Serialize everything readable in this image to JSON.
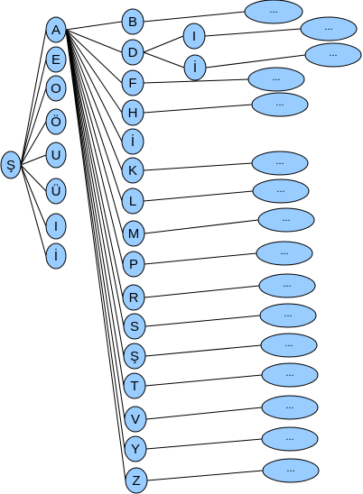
{
  "diagram": {
    "fill_color": "#99ccff",
    "stroke_color": "#000000",
    "edge_color": "#000000",
    "nodes": [
      {
        "id": "S_root",
        "label": "Ş"
      },
      {
        "id": "A",
        "label": "A"
      },
      {
        "id": "E",
        "label": "E"
      },
      {
        "id": "O",
        "label": "O"
      },
      {
        "id": "O_uml",
        "label": "Ö"
      },
      {
        "id": "U",
        "label": "U"
      },
      {
        "id": "U_uml",
        "label": "Ü"
      },
      {
        "id": "I_dotless",
        "label": "I"
      },
      {
        "id": "I_dotted",
        "label": "İ"
      },
      {
        "id": "B",
        "label": "B"
      },
      {
        "id": "D",
        "label": "D"
      },
      {
        "id": "F",
        "label": "F"
      },
      {
        "id": "H",
        "label": "H"
      },
      {
        "id": "I_mid",
        "label": "İ"
      },
      {
        "id": "K",
        "label": "K"
      },
      {
        "id": "L",
        "label": "L"
      },
      {
        "id": "M",
        "label": "M"
      },
      {
        "id": "P",
        "label": "P"
      },
      {
        "id": "R",
        "label": "R"
      },
      {
        "id": "S",
        "label": "S"
      },
      {
        "id": "S_cedilla",
        "label": "Ş"
      },
      {
        "id": "T",
        "label": "T"
      },
      {
        "id": "V",
        "label": "V"
      },
      {
        "id": "Y",
        "label": "Y"
      },
      {
        "id": "Z",
        "label": "Z"
      },
      {
        "id": "D_I1",
        "label": "I"
      },
      {
        "id": "D_I2",
        "label": "İ"
      },
      {
        "id": "e1",
        "label": "..."
      },
      {
        "id": "e2",
        "label": "..."
      },
      {
        "id": "e3",
        "label": "..."
      },
      {
        "id": "e4",
        "label": "..."
      },
      {
        "id": "e5",
        "label": "..."
      },
      {
        "id": "e6",
        "label": "..."
      },
      {
        "id": "e7",
        "label": "..."
      },
      {
        "id": "e8",
        "label": "..."
      },
      {
        "id": "e9",
        "label": "..."
      },
      {
        "id": "e10",
        "label": "..."
      },
      {
        "id": "e11",
        "label": "..."
      },
      {
        "id": "e12",
        "label": "..."
      },
      {
        "id": "e13",
        "label": "..."
      },
      {
        "id": "e14",
        "label": "..."
      },
      {
        "id": "e15",
        "label": "..."
      },
      {
        "id": "e16",
        "label": "..."
      },
      {
        "id": "e17",
        "label": "..."
      },
      {
        "id": "e18",
        "label": "..."
      }
    ],
    "edges": [
      [
        "S_root",
        "A"
      ],
      [
        "S_root",
        "E"
      ],
      [
        "S_root",
        "O"
      ],
      [
        "S_root",
        "O_uml"
      ],
      [
        "S_root",
        "U"
      ],
      [
        "S_root",
        "U_uml"
      ],
      [
        "S_root",
        "I_dotless"
      ],
      [
        "S_root",
        "I_dotted"
      ],
      [
        "A",
        "B"
      ],
      [
        "A",
        "D"
      ],
      [
        "A",
        "F"
      ],
      [
        "A",
        "H"
      ],
      [
        "A",
        "I_mid"
      ],
      [
        "A",
        "K"
      ],
      [
        "A",
        "L"
      ],
      [
        "A",
        "M"
      ],
      [
        "A",
        "P"
      ],
      [
        "A",
        "R"
      ],
      [
        "A",
        "S"
      ],
      [
        "A",
        "S_cedilla"
      ],
      [
        "A",
        "T"
      ],
      [
        "A",
        "V"
      ],
      [
        "A",
        "Y"
      ],
      [
        "A",
        "Z"
      ],
      [
        "B",
        "e1"
      ],
      [
        "D",
        "D_I1"
      ],
      [
        "D",
        "D_I2"
      ],
      [
        "D_I1",
        "e2"
      ],
      [
        "D_I2",
        "e3"
      ],
      [
        "F",
        "e4"
      ],
      [
        "H",
        "e5"
      ],
      [
        "K",
        "e6"
      ],
      [
        "L",
        "e7"
      ],
      [
        "M",
        "e8"
      ],
      [
        "P",
        "e9"
      ],
      [
        "R",
        "e10"
      ],
      [
        "S",
        "e11"
      ],
      [
        "S_cedilla",
        "e12"
      ],
      [
        "T",
        "e13"
      ],
      [
        "V",
        "e14"
      ],
      [
        "Y",
        "e15"
      ],
      [
        "Z",
        "e16"
      ]
    ]
  }
}
